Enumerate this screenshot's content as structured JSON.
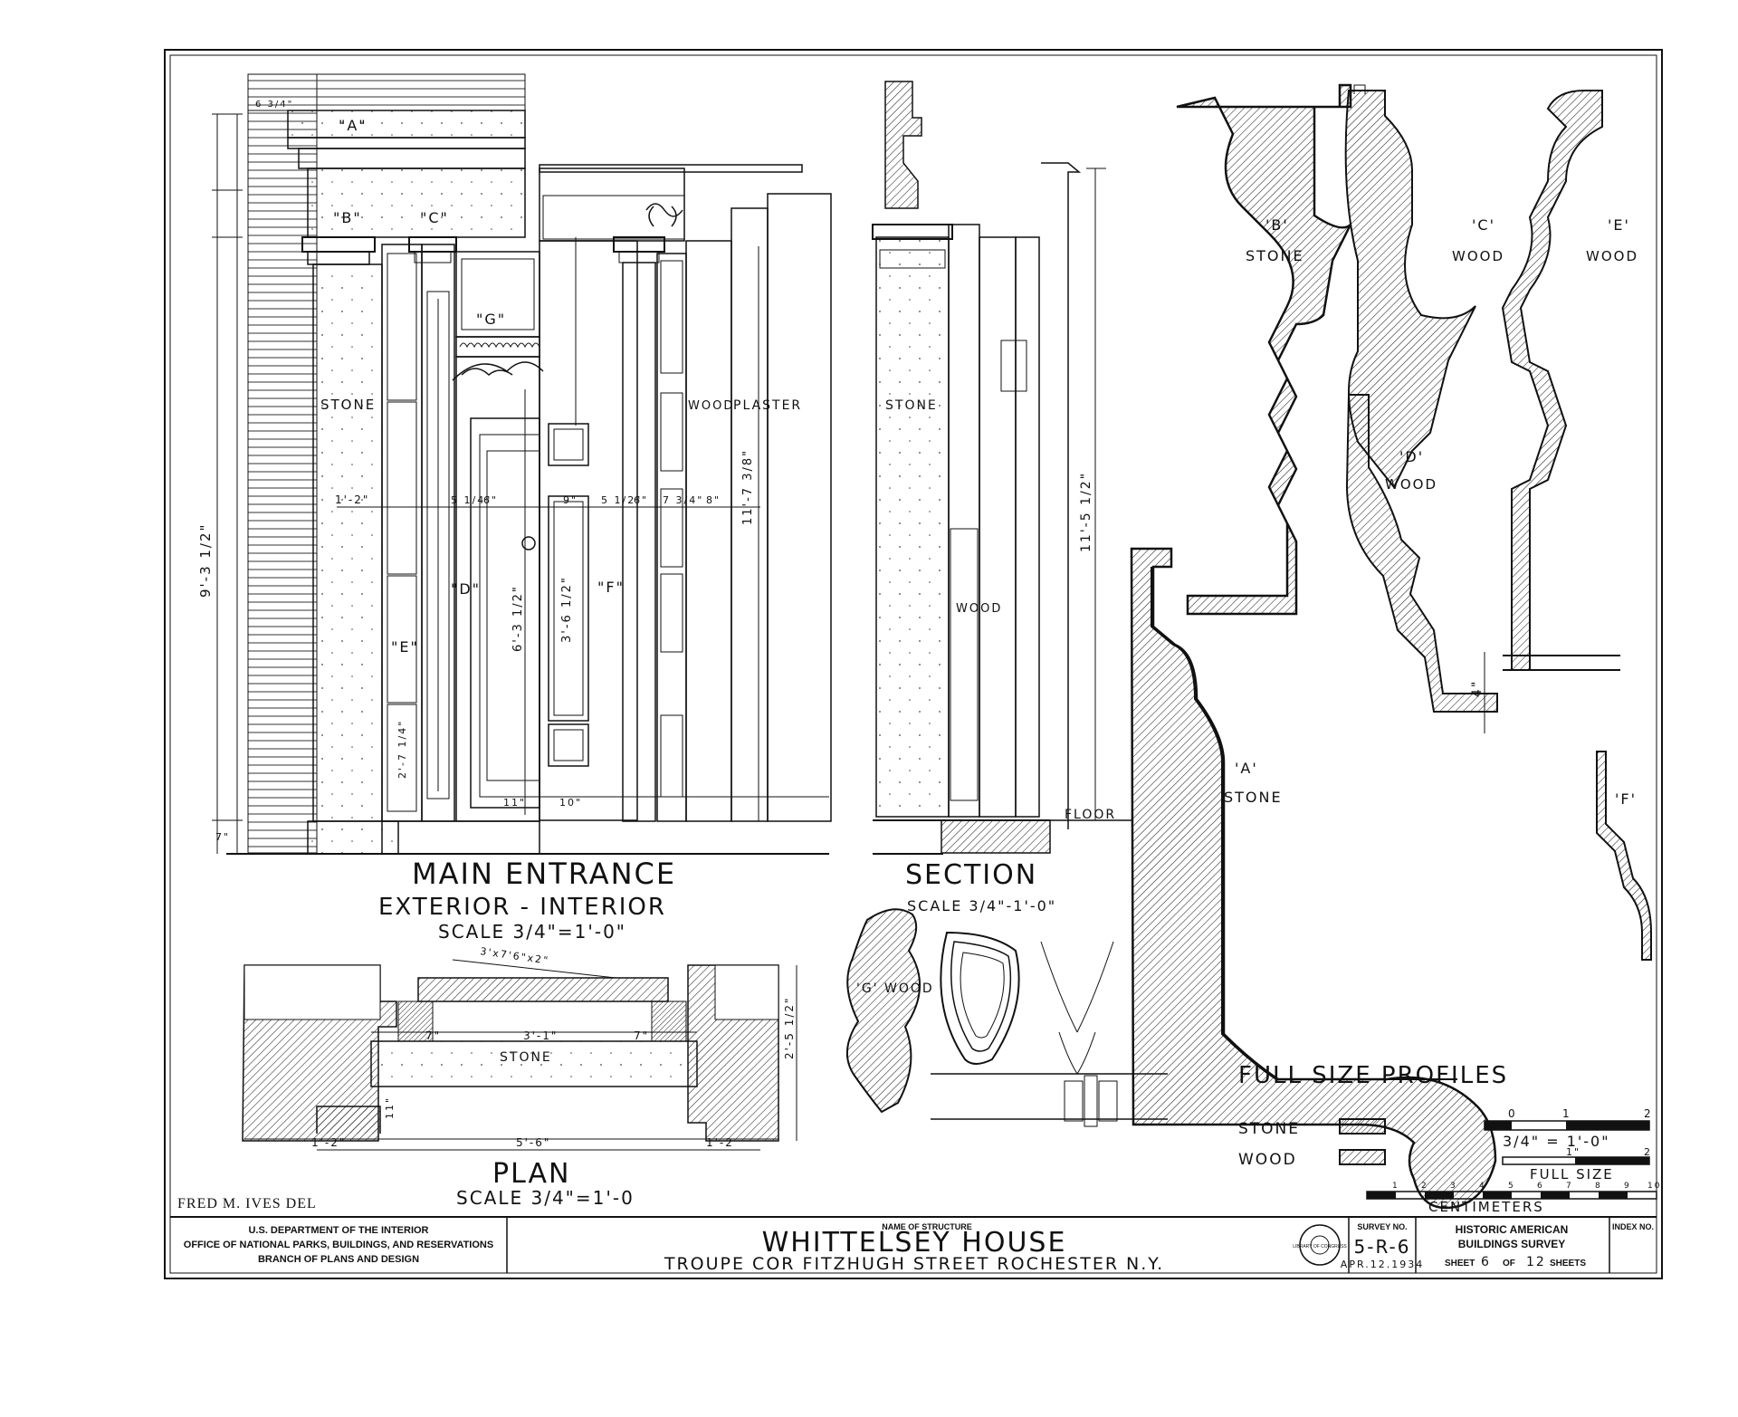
{
  "drawings": {
    "main_entrance": {
      "title": "MAIN ENTRANCE",
      "subtitle": "EXTERIOR - INTERIOR",
      "scale": "SCALE 3/4\"=1'-0\"",
      "label_stone": "STONE",
      "label_wood": "WOOD",
      "label_plaster": "PLASTER",
      "callouts": [
        "\"A\"",
        "\"B\"",
        "\"C\"",
        "\"G\"",
        "\"D\"",
        "\"E\"",
        "\"F\""
      ],
      "dims": {
        "overall_height": "9'-3 1/2\"",
        "opening_height": "11'-7 3/8\"",
        "door_height": "6'-3 1/2\"",
        "panel_height": "3'-6 1/2\"",
        "left_width": "1'-2\"",
        "d1": "5 1/4\"",
        "d2": "6\"",
        "d3": "9\"",
        "d4": "5 1/2\"",
        "d5": "6\"",
        "d6": "7 3/4\"",
        "d7": "8\"",
        "top_offset": "6 3/4\"",
        "plinth": "7\"",
        "base": "11\"",
        "base2": "10\"",
        "sidelight": "2'-7 1/4\""
      }
    },
    "section": {
      "title": "SECTION",
      "scale": "SCALE 3/4\"-1'-0\"",
      "label_stone": "STONE",
      "label_wood": "WOOD",
      "label_floor": "FLOOR",
      "height": "11'-5 1/2\""
    },
    "plan": {
      "title": "PLAN",
      "scale": "SCALE 3/4\"=1'-0",
      "label_stone": "STONE",
      "overall": "5'-6\"",
      "center": "3'-1\"",
      "side_left": "1'-2\"",
      "side_right": "1'-2",
      "depth": "2'-5 1/2\"",
      "jamb_left": "7\"",
      "jamb_right": "7\"",
      "threshold": "11\"",
      "note": "3'x7'6\"x2\""
    },
    "profile_g": {
      "label": "'G' WOOD"
    },
    "profiles": {
      "title": "FULL SIZE PROFILES",
      "items": [
        {
          "id": "B",
          "label": "'B'",
          "material": "STONE"
        },
        {
          "id": "C",
          "label": "'C'",
          "material": "WOOD"
        },
        {
          "id": "E",
          "label": "'E'",
          "material": "WOOD"
        },
        {
          "id": "D",
          "label": "'D'",
          "material": "WOOD"
        },
        {
          "id": "A",
          "label": "'A'",
          "material": "STONE"
        },
        {
          "id": "F",
          "label": "'F'",
          "material": ""
        }
      ],
      "dim_4": "4\""
    },
    "legend": {
      "stone": "STONE",
      "wood": "WOOD"
    },
    "scales": {
      "scale1_label": "3/4\" = 1'-0\"",
      "scale1_ticks": [
        "0",
        "1",
        "2"
      ],
      "scale2_label": "FULL SIZE",
      "scale2_ticks": [
        "1\"",
        "2"
      ],
      "scale3_label": "CENTIMETERS",
      "scale3_ticks": [
        "1",
        "2",
        "3",
        "4",
        "5",
        "6",
        "7",
        "8",
        "9",
        "10"
      ]
    }
  },
  "delineator": "FRED M. IVES  DEL",
  "title_block": {
    "dept_line1": "U.S. DEPARTMENT OF THE INTERIOR",
    "dept_line2": "OFFICE OF NATIONAL PARKS, BUILDINGS, AND RESERVATIONS",
    "dept_line3": "BRANCH OF PLANS AND DESIGN",
    "name_heading": "NAME OF STRUCTURE",
    "structure_name": "WHITTELSEY HOUSE",
    "address": "TROUPE COR FITZHUGH STREET ROCHESTER N.Y.",
    "stamp_text": "LIBRARY OF CONGRESS",
    "survey_heading": "SURVEY NO.",
    "survey_no": "5-R-6",
    "survey_date": "APR.12.1934",
    "habs_line1": "HISTORIC AMERICAN",
    "habs_line2": "BUILDINGS SURVEY",
    "sheet_prefix": "SHEET",
    "sheet_no": "6",
    "sheet_of": "OF",
    "sheet_total": "12",
    "sheet_suffix": "SHEETS",
    "index_heading": "INDEX NO."
  }
}
